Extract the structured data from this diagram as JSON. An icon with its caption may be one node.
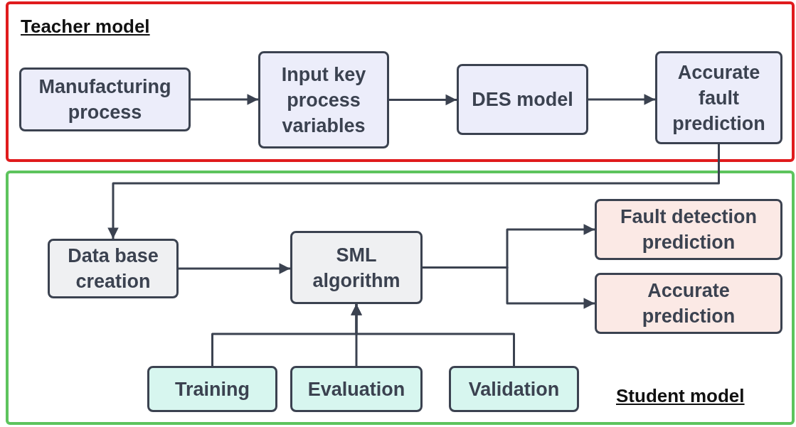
{
  "diagram": {
    "nodes": [
      {
        "text": [
          "Teacher model"
        ]
      },
      {
        "text": [
          "Manufacturing process"
        ],
        "in": 0
      },
      {
        "text": [
          "Input key process variables"
        ],
        "in": 0
      },
      {
        "text": [
          "DES model"
        ],
        "in": 0
      },
      {
        "text": [
          "Accurate fault prediction"
        ],
        "in": 0
      },
      {
        "text": [
          "Student model"
        ]
      },
      {
        "text": [
          "Data base creation"
        ],
        "in": 5
      },
      {
        "text": [
          "SML algorithm"
        ],
        "in": 5
      },
      {
        "text": [
          "Fault detection prediction"
        ],
        "in": 5
      },
      {
        "text": [
          "Accurate prediction"
        ],
        "in": 5
      },
      {
        "text": [
          "Training"
        ],
        "in": 5
      },
      {
        "text": [
          "Evaluation"
        ],
        "in": 5
      },
      {
        "text": [
          "Validation"
        ],
        "in": 5
      }
    ],
    "edges": [
      {
        "from": 1,
        "to": 2,
        "arrow": "to"
      },
      {
        "from": 2,
        "to": 3,
        "arrow": "to"
      },
      {
        "from": 3,
        "to": 4,
        "arrow": "to"
      },
      {
        "from": 4,
        "to": 6,
        "arrow": "to"
      },
      {
        "from": 6,
        "to": 7,
        "arrow": "to"
      },
      {
        "from": 7,
        "to": 8,
        "arrow": "to"
      },
      {
        "from": 7,
        "to": 9,
        "arrow": "to"
      },
      {
        "from": 10,
        "to": 7,
        "arrow": "to"
      },
      {
        "from": 11,
        "to": 7,
        "arrow": "to"
      },
      {
        "from": 12,
        "to": 7,
        "arrow": "to"
      }
    ]
  }
}
